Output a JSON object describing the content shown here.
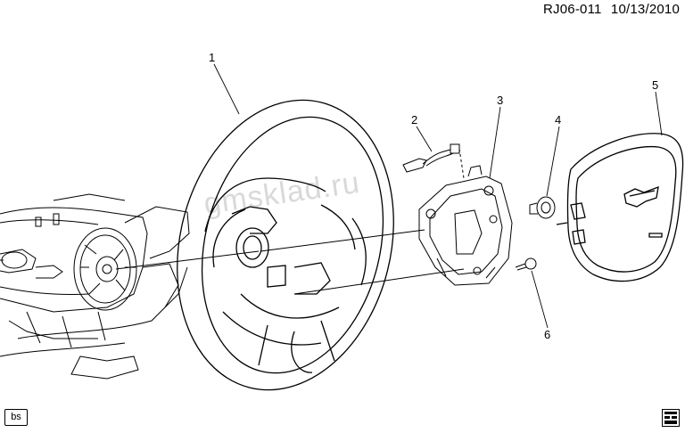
{
  "header": {
    "diagram_id": "RJ06-011",
    "date": "10/13/2010"
  },
  "watermark": "gmsklad.ru",
  "callouts": [
    "1",
    "2",
    "3",
    "4",
    "5",
    "6"
  ],
  "footer": {
    "badge": "bs"
  }
}
